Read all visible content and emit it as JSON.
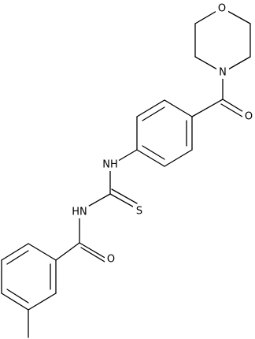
{
  "structure": {
    "atoms": {
      "o_morpholine": "O",
      "n_morpholine": "N",
      "o_amide_upper": "O",
      "nh_thiourea_upper": "NH",
      "s_thione": "S",
      "nh_thiourea_lower": "HN",
      "o_amide_lower": "O"
    }
  }
}
